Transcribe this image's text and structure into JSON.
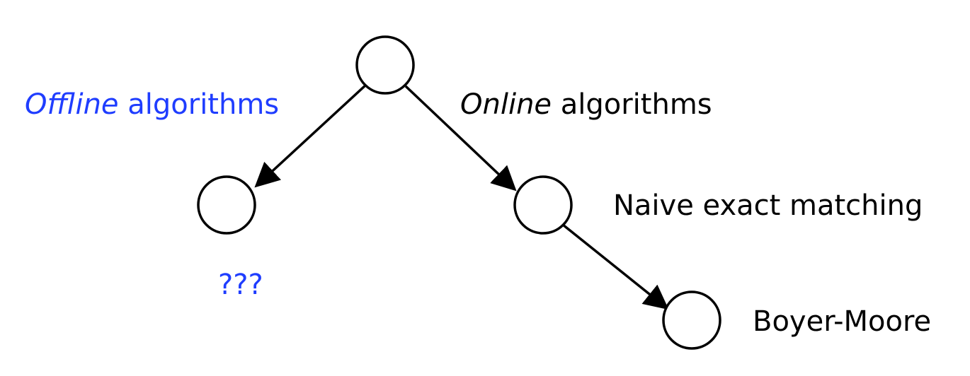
{
  "colors": {
    "highlight": "#1f3dff",
    "text": "#000000",
    "node_fill": "#ffffff",
    "node_stroke": "#000000"
  },
  "labels": {
    "offline_italic": "Offline",
    "offline_rest": " algorithms",
    "online_italic": "Online",
    "online_rest": " algorithms",
    "unknown": "???",
    "naive": "Naive exact matching",
    "boyer_moore": "Boyer-Moore"
  }
}
